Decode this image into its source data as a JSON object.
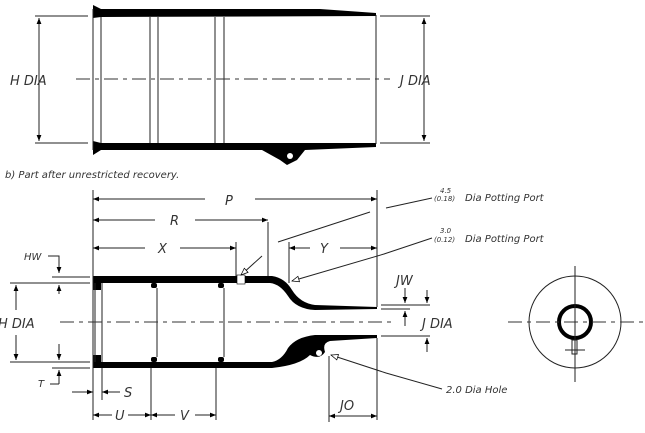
{
  "top_view": {
    "h_dia_label": "H DIA",
    "j_dia_label": "J DIA"
  },
  "caption": "b) Part after unrestricted recovery.",
  "bottom_view": {
    "p_label": "P",
    "r_label": "R",
    "x_label": "X",
    "y_label": "Y",
    "hw_label": "HW",
    "h_dia_label": "H DIA",
    "t_label": "T",
    "s_label": "S",
    "u_label": "U",
    "v_label": "V",
    "jw_label": "JW",
    "j_dia_label": "J DIA",
    "jo_label": "JO",
    "port_large": {
      "size": "4.5",
      "size_in": "(0.18)",
      "text": "Dia Potting Port"
    },
    "port_small": {
      "size": "3.0",
      "size_in": "(0.12)",
      "text": "Dia Potting Port"
    },
    "hole_label": "2.0 Dia Hole"
  }
}
